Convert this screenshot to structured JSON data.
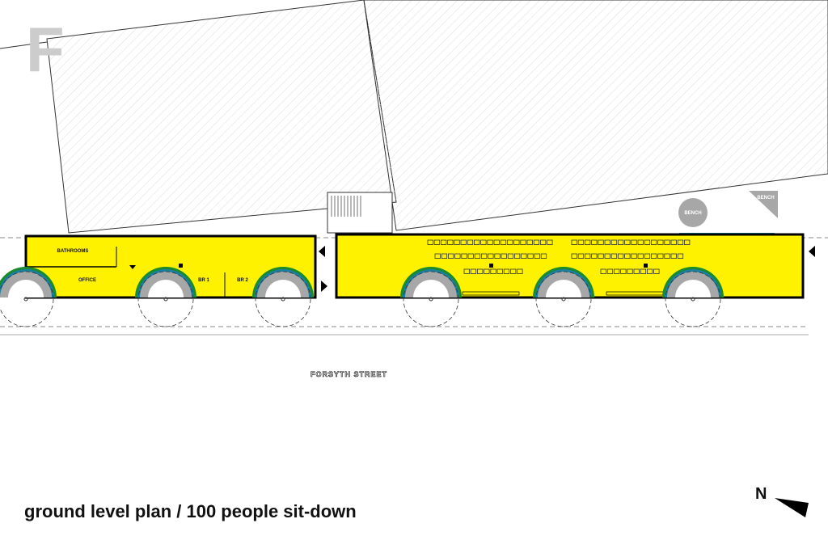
{
  "logo": "F",
  "title": "ground level plan / 100 people sit-down",
  "north_label": "N",
  "street": "FORSYTH STREET",
  "rooms": {
    "bathrooms": "BATHROOMS",
    "office": "OFFICE",
    "br1": "BR 1",
    "br2": "BR 2"
  },
  "bench_round": "BENCH",
  "bench_triangle": "BENCH",
  "colors": {
    "floor": "#fff200",
    "wheel": "#a7a7a7",
    "ring_green": "#1a8a2a",
    "ring_blue": "#1a7fa0",
    "cyan_edge": "#1aa0c8"
  }
}
